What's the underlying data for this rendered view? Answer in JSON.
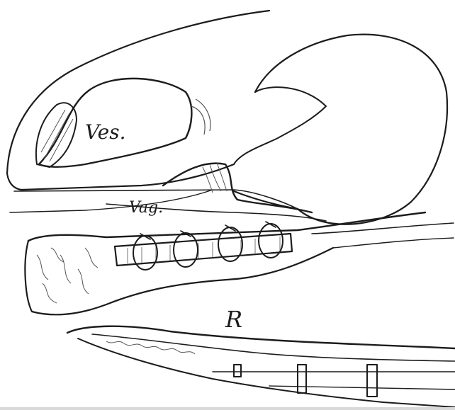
{
  "labels": {
    "vesica": "Ves.",
    "vagina": "Vag.",
    "rectum": "R"
  },
  "colors": {
    "ink": "#1c1c1c",
    "shade": "#555555",
    "background": "#ffffff"
  }
}
